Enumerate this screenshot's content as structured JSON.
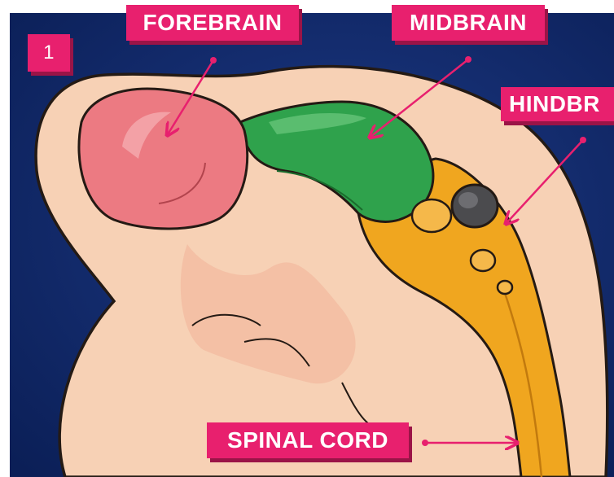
{
  "panel": {
    "number": "1"
  },
  "labels": {
    "forebrain": "FOREBRAIN",
    "midbrain": "MIDBRAIN",
    "hindbrain": "HINDBR",
    "spinal_cord": "SPINAL CORD"
  },
  "colors": {
    "background": "#11296a",
    "label": "#e8206e",
    "label_shadow": "#9a1447",
    "arrow": "#e8206e",
    "skin": "#f7d1b5",
    "forebrain": "#ec7a82",
    "midbrain": "#2fa24c",
    "hindbrain": "#f0a61f",
    "outline": "#241a14"
  }
}
